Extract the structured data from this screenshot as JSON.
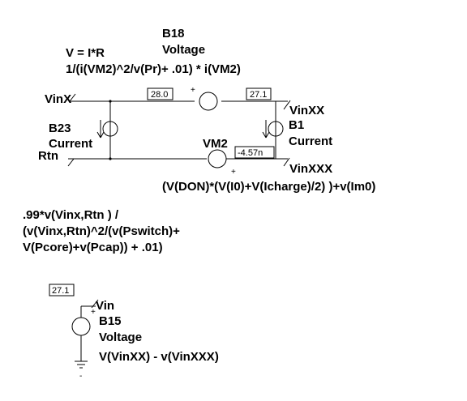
{
  "schematic": {
    "formula_vir": "V = I*R",
    "b18": {
      "name": "B18",
      "type": "Voltage",
      "expression": "1/(i(VM2)^2/v(Pr)+ .01) * i(VM2)"
    },
    "b23": {
      "name": "B23",
      "type": "Current"
    },
    "b1": {
      "name": "B1",
      "type": "Current",
      "expression": "(V(DON)*(V(I0)+V(Icharge)/2) )+v(Im0)"
    },
    "b15": {
      "name": "B15",
      "type": "Voltage",
      "expression": "V(VinXX) - v(VinXXX)"
    },
    "vm2": {
      "name": "VM2",
      "readout": "-4.57n"
    },
    "standalone_expression": [
      ".99*v(Vinx,Rtn )  /",
      "(v(Vinx,Rtn)^2/(v(Pswitch)+",
      "V(Pcore)+v(Pcap)) + .01)"
    ],
    "nets": {
      "vinx": "VinX",
      "rtn": "Rtn",
      "vinxx": "VinXX",
      "vinxxx": "VinXXX",
      "vin": "Vin"
    },
    "readouts": {
      "vinx_value": "28.0",
      "vinxx_value": "27.1",
      "vin_value": "27.1"
    },
    "symbols": {
      "plus": "+",
      "minus": "-"
    }
  }
}
